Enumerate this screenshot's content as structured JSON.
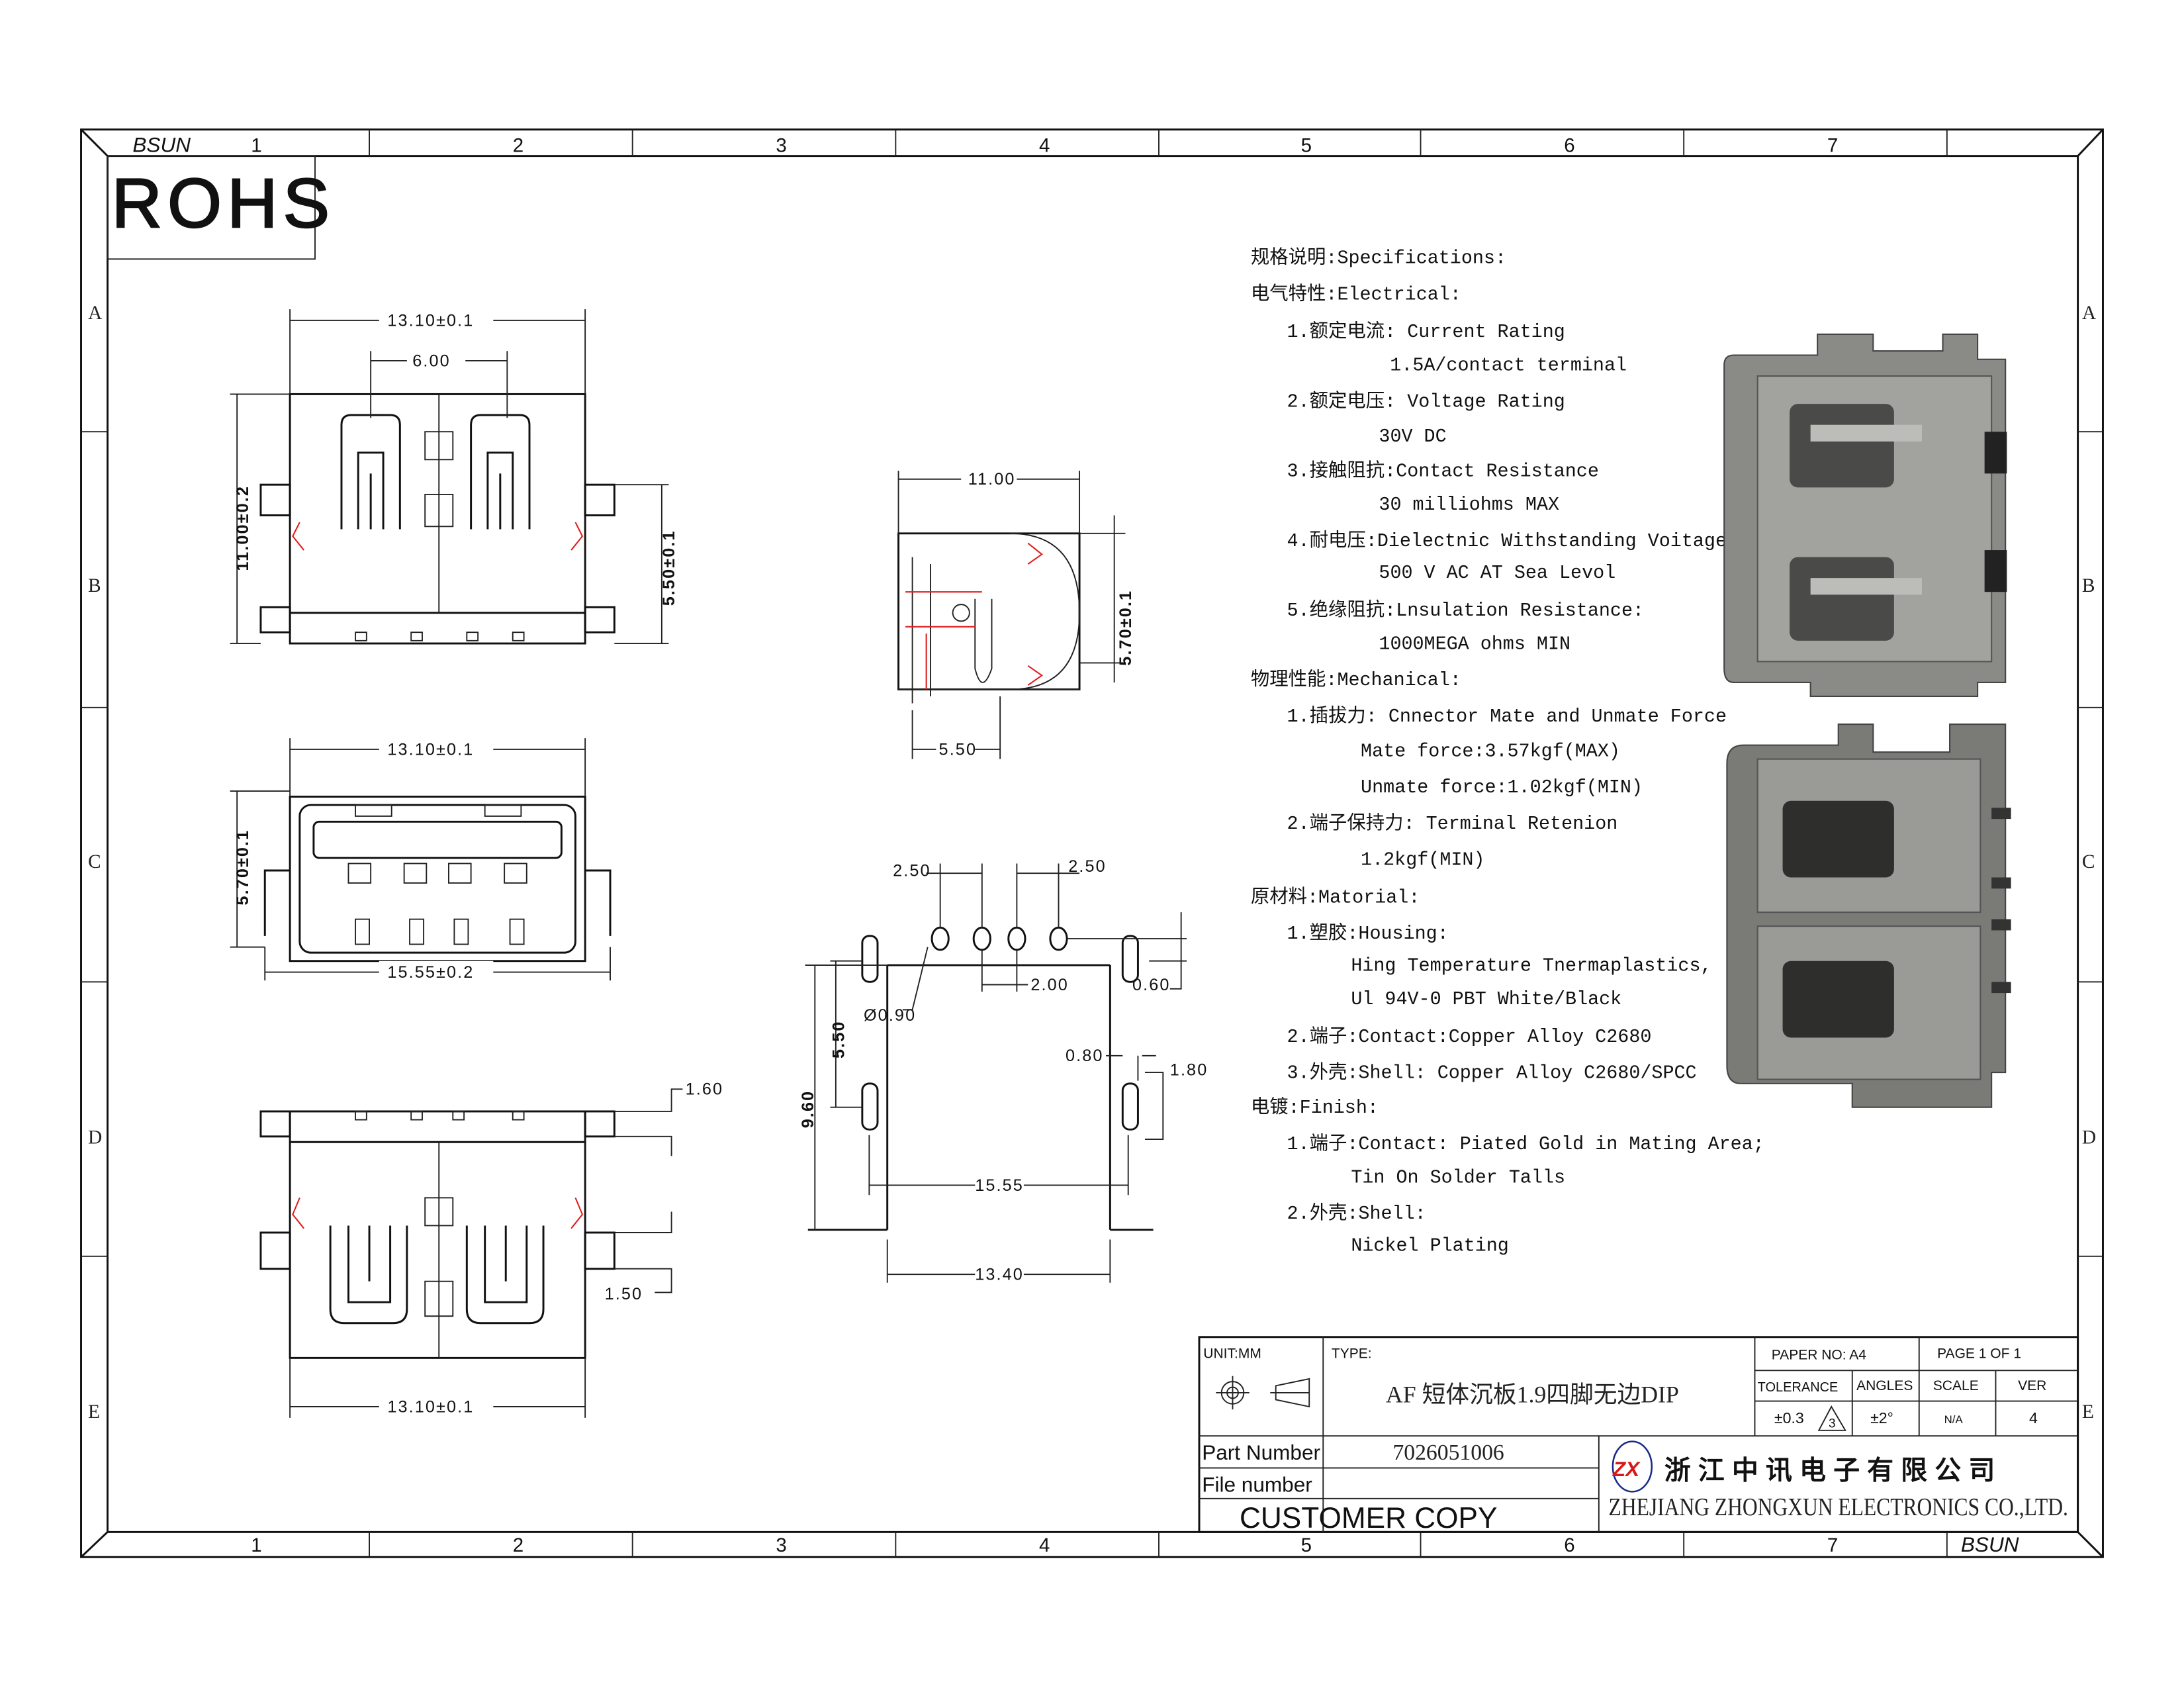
{
  "frame": {
    "brand": "BSUN",
    "columns": [
      "1",
      "2",
      "3",
      "4",
      "5",
      "6",
      "7"
    ],
    "rows": [
      "A",
      "B",
      "C",
      "D",
      "E"
    ],
    "rohs": "ROHS"
  },
  "dims": {
    "top_width": "13.10±0.1",
    "top_pitch": "6.00",
    "top_height": "11.00±0.2",
    "top_right": "5.50±0.1",
    "front_width": "13.10±0.1",
    "front_height": "5.70±0.1",
    "front_total": "15.55±0.2",
    "bottom_width": "13.10±0.1",
    "bottom_160": "1.60",
    "bottom_150": "1.50",
    "side_width": "11.00",
    "side_height": "5.70±0.1",
    "side_550": "5.50",
    "pcb_250a": "2.50",
    "pcb_250b": "2.50",
    "pcb_200": "2.00",
    "pcb_060": "0.60",
    "pcb_hole": "Ø0.90",
    "pcb_080": "0.80",
    "pcb_180": "1.80",
    "pcb_960": "9.60",
    "pcb_550": "5.50",
    "pcb_1555": "15.55",
    "pcb_1340": "13.40"
  },
  "specs": [
    {
      "level": 0,
      "text": "规格说明:Specifications:"
    },
    {
      "level": 0,
      "text": "电气特性:Electrical:"
    },
    {
      "level": 1,
      "text": "1.额定电流: Current Rating"
    },
    {
      "level": 4,
      "text": "1.5A/contact terminal"
    },
    {
      "level": 1,
      "text": "2.额定电压: Voltage Rating"
    },
    {
      "level": 3,
      "text": "30V DC"
    },
    {
      "level": 1,
      "text": "3.接触阻抗:Contact Resistance"
    },
    {
      "level": 3,
      "text": "30 milliohms MAX"
    },
    {
      "level": 1,
      "text": "4.耐电压:Dielectnic Withstanding Voitage:"
    },
    {
      "level": 3,
      "text": "500 V AC AT Sea Levol"
    },
    {
      "level": 1,
      "text": "5.绝缘阻抗:Lnsulation Resistance:"
    },
    {
      "level": 3,
      "text": "1000MEGA ohms MIN"
    },
    {
      "level": 0,
      "text": "物理性能:Mechanical:"
    },
    {
      "level": 1,
      "text": "1.插拔力: Cnnector Mate and Unmate Force"
    },
    {
      "level": 3,
      "text": "Mate force:3.57kgf(MAX)"
    },
    {
      "level": 3,
      "text": "Unmate force:1.02kgf(MIN)"
    },
    {
      "level": 1,
      "text": "2.端子保持力: Terminal Retenion"
    },
    {
      "level": 3,
      "text": "1.2kgf(MIN)"
    },
    {
      "level": 0,
      "text": "原材料:Matorial:"
    },
    {
      "level": 1,
      "text": "1.塑胶:Housing:"
    },
    {
      "level": 2,
      "text": "Hing Temperature  Tnermaplastics,"
    },
    {
      "level": 2,
      "text": "Ul 94V-0  PBT White/Black"
    },
    {
      "level": 1,
      "text": "2.端子:Contact:Copper Alloy C2680"
    },
    {
      "level": 1,
      "text": "3.外壳:Shell: Copper Alloy C2680/SPCC"
    },
    {
      "level": 0,
      "text": "电镀:Finish:"
    },
    {
      "level": 1,
      "text": "1.端子:Contact: Piated Gold in Mating Area;"
    },
    {
      "level": 2,
      "text": "Tin On Solder Talls"
    },
    {
      "level": 1,
      "text": "2.外壳:Shell:"
    },
    {
      "level": 2,
      "text": "Nickel Plating"
    }
  ],
  "title_block": {
    "unit": "UNIT:MM",
    "type_label": "TYPE:",
    "type_value": "AF 短体沉板1.9四脚无边DIP",
    "paper_no": "PAPER NO: A4",
    "page": "PAGE 1 OF 1",
    "headers": [
      "TOLERANCE",
      "ANGLES",
      "SCALE",
      "VER"
    ],
    "tolerance": "±0.3",
    "tolerance_mark": "3",
    "angles": "±2°",
    "scale": "N/A",
    "ver": "4",
    "part_number_label": "Part Number",
    "part_number": "7026051006",
    "file_number_label": "File number",
    "file_number": "",
    "copy": "CUSTOMER COPY",
    "company_cn": "浙 江 中 讯 电 子 有 限 公 司",
    "company_en": "ZHEJIANG ZHONGXUN ELECTRONICS CO.,LTD.",
    "logo_text": "ZX"
  },
  "colors": {
    "line": "#111111",
    "red": "#e02020",
    "logo_red": "#d81818",
    "logo_blue": "#1a2a8a",
    "photo": "#7a7a76"
  }
}
